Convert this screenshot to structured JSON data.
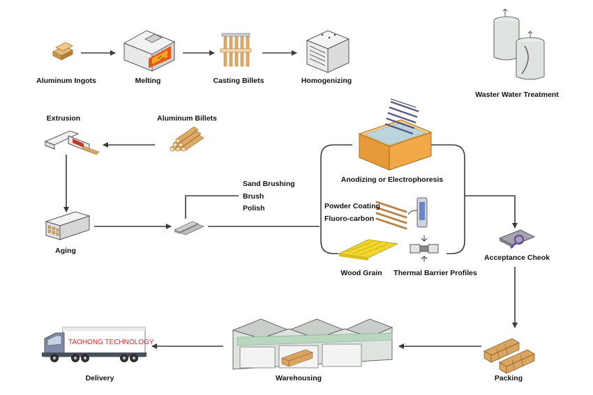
{
  "steps": {
    "aluminum_ingots": "Aluminum Ingots",
    "melting": "Melting",
    "casting_billets": "Casting Billets",
    "homogenizing": "Homogenizing",
    "waste_water": "Waster Water Treatment",
    "extrusion": "Extrusion",
    "aluminum_billets": "Aluminum Billets",
    "aging": "Aging",
    "sand_brushing": "Sand Brushing",
    "brush": "Brush",
    "polish": "Polish",
    "anodizing": "Anodizing or Electrophoresis",
    "powder_coating": "Powder Coating",
    "fluoro_carbon": "Fluoro-carbon",
    "wood_grain": "Wood Grain",
    "thermal_barrier": "Thermal Barrier Profiles",
    "acceptance_check": "Acceptance Cheok",
    "packing": "Packing",
    "warehousing": "Warehousing",
    "delivery": "Delivery"
  },
  "truck": {
    "brand": "TAOHONG TECHNOLOGY"
  },
  "colors": {
    "line": "#3a3a3a",
    "aluminum": "#d9a561",
    "furnace": "#e05a1a",
    "tank": "#e69a3a",
    "shade": "#a4a4b0",
    "brand": "#e0262d",
    "roof": "#c9ceca"
  }
}
